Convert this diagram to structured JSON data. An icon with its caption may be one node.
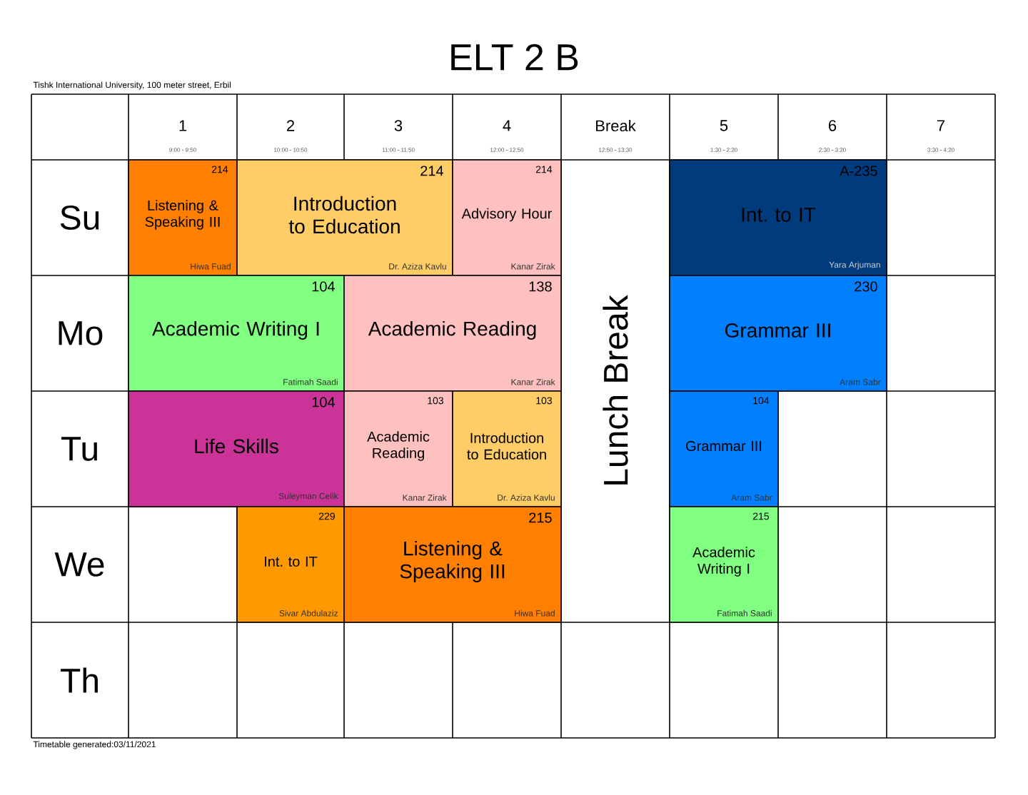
{
  "diagram": {
    "title": "ELT 2 B",
    "nodes": [
      {
        "text": [
          "214",
          "Listening & Speaking III",
          "Hiwa Fuad"
        ]
      },
      {
        "text": [
          "214",
          "Introduction to Education",
          "Dr. Aziza Kavlu"
        ]
      },
      {
        "text": [
          "214",
          "Advisory Hour",
          "Kanar Zirak"
        ]
      },
      {
        "text": [
          "Lunch Break"
        ]
      },
      {
        "text": [
          "A-235",
          "Int. to IT",
          "Yara Arjuman"
        ]
      },
      {
        "text": [
          "104",
          "Academic Writing I",
          "Fatimah Saadi"
        ]
      },
      {
        "text": [
          "138",
          "Academic Reading",
          "Kanar Zirak"
        ]
      },
      {
        "text": [
          "230",
          "Grammar III",
          "Aram Sabr"
        ]
      },
      {
        "text": [
          "104",
          "Life Skills",
          "Suleyman Celik"
        ]
      },
      {
        "text": [
          "103",
          "Academic Reading",
          "Kanar Zirak"
        ]
      },
      {
        "text": [
          "103",
          "Introduction to Education",
          "Dr. Aziza Kavlu"
        ]
      },
      {
        "text": [
          "104",
          "Grammar III",
          "Aram Sabr"
        ]
      },
      {
        "text": [
          "229",
          "Int. to IT",
          "Sivar Abdulaziz"
        ]
      },
      {
        "text": [
          "215",
          "Listening & Speaking III",
          "Hiwa Fuad"
        ]
      },
      {
        "text": [
          "215",
          "Academic Writing I",
          "Fatimah Saadi"
        ]
      }
    ],
    "labels": [
      "Tishk International University, 100 meter street, Erbil",
      "1",
      "9:00 - 9:50",
      "2",
      "10:00 - 10:50",
      "3",
      "11:00 - 11:50",
      "4",
      "12:00 - 12:50",
      "Break",
      "12:50 - 13:30",
      "5",
      "1:30 - 2:20",
      "6",
      "2:30 - 3:20",
      "7",
      "3:30 - 4:20",
      "Su",
      "Mo",
      "Tu",
      "We",
      "Th",
      "Timetable generated:03/11/2021"
    ]
  }
}
